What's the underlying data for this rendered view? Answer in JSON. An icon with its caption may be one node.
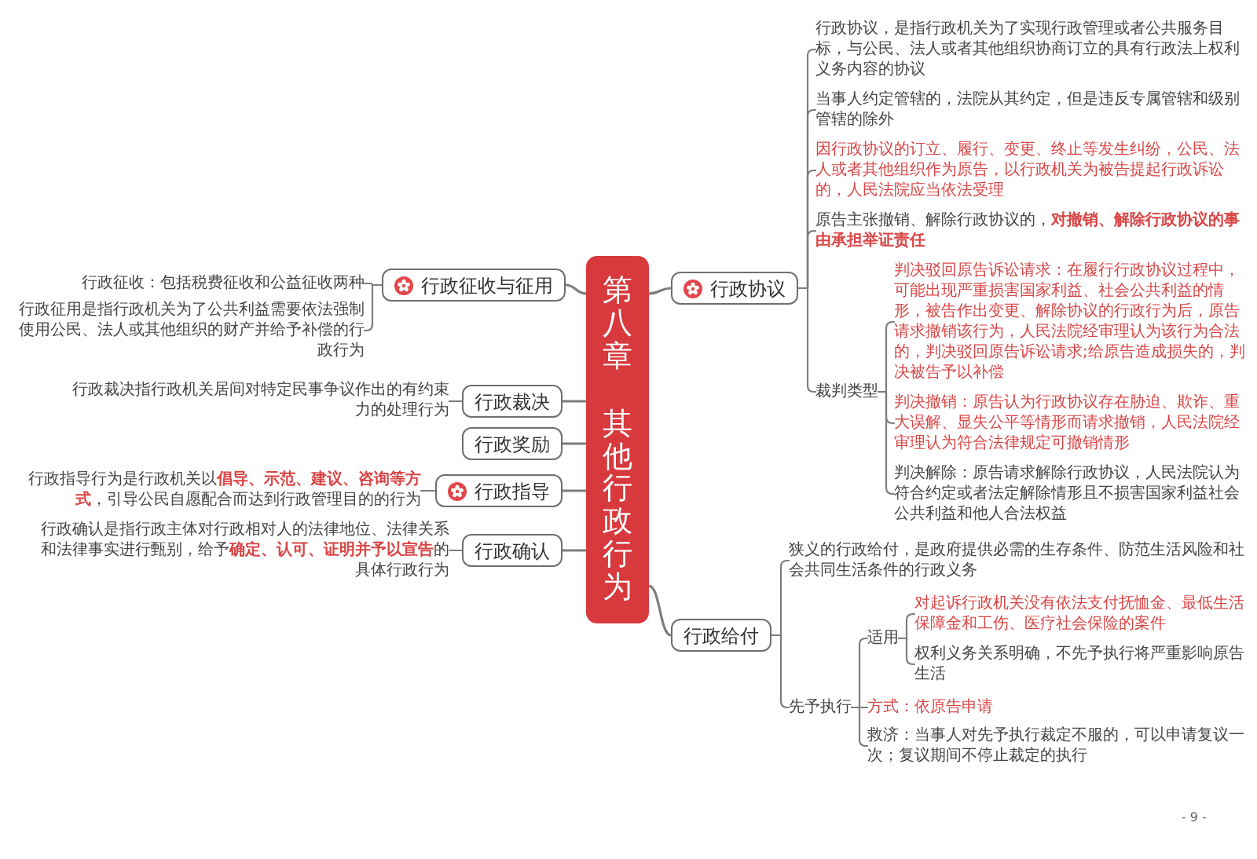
{
  "diagram": {
    "nodes": [
      {
        "text": [
          "第八章",
          "其他行政行为"
        ]
      },
      {
        "text": [
          "行政征收与征用"
        ]
      },
      {
        "text": [
          "行政裁决"
        ]
      },
      {
        "text": [
          "行政奖励"
        ]
      },
      {
        "text": [
          "行政指导"
        ]
      },
      {
        "text": [
          "行政确认"
        ]
      },
      {
        "text": [
          "行政协议"
        ]
      },
      {
        "text": [
          "行政给付"
        ]
      },
      {
        "text": [
          "行政征收：包括税费征收和公益征收两种"
        ]
      },
      {
        "text": [
          "行政征用是指行政机关为了公共利益需要依法强制使用公民、法人或其他组织的财产并给予补偿的行政行为"
        ]
      },
      {
        "text": [
          "行政裁决指行政机关居间对特定民事争议作出的有约束力的处理行为"
        ]
      },
      {
        "text": [
          "行政指导行为是行政机关以**倡导、示范、建议、咨询等方式**，引导公民自愿配合而达到行政管理目的的行为"
        ]
      },
      {
        "text": [
          "行政确认是指行政主体对行政相对人的法律地位、法律关系和法律事实进行甄别，给予**确定、认可、证明并予以宣告**的具体行政行为"
        ]
      },
      {
        "text": [
          "行政协议，是指行政机关为了实现行政管理或者公共服务目标，与公民、法人或者其他组织协商订立的具有行政法上权利义务内容的协议"
        ]
      },
      {
        "text": [
          "当事人约定管辖的，法院从其约定，但是违反专属管辖和级别管辖的除外"
        ]
      },
      {
        "text": [
          "因行政协议的订立、履行、变更、终止等发生纠纷，公民、法人或者其他组织作为原告，以行政机关为被告提起行政诉讼的，人民法院应当依法受理"
        ]
      },
      {
        "text": [
          "原告主张撤销、解除行政协议的，**对撤销、解除行政协议的事由承担举证责任**"
        ]
      },
      {
        "text": [
          "裁判类型"
        ]
      },
      {
        "text": [
          "判决驳回原告诉讼请求：在履行行政协议过程中，可能出现严重损害国家利益、社会公共利益的情形，被告作出变更、解除协议的行政行为后，原告请求撤销该行为，人民法院经审理认为该行为合法的，判决驳回原告诉讼请求;给原告造成损失的，判决被告予以补偿"
        ]
      },
      {
        "text": [
          "判决撤销：原告认为行政协议存在胁迫、欺诈、重大误解、显失公平等情形而请求撤销，人民法院经审理认为符合法律规定可撤销情形"
        ]
      },
      {
        "text": [
          "判决解除：原告请求解除行政协议，人民法院认为符合约定或者法定解除情形且不损害国家利益社会公共利益和他人合法权益"
        ]
      },
      {
        "text": [
          "狭义的行政给付，是政府提供必需的生存条件、防范生活风险和社会共同生活条件的行政义务"
        ]
      },
      {
        "text": [
          "先予执行"
        ]
      },
      {
        "text": [
          "适用"
        ]
      },
      {
        "text": [
          "方式：依原告申请"
        ]
      },
      {
        "text": [
          "救济：当事人对先予执行裁定不服的，可以申请复议一次；复议期间不停止裁定的执行"
        ]
      },
      {
        "text": [
          "对起诉行政机关没有依法支付抚恤金、最低生活保障金和工伤、医疗社会保险的案件"
        ]
      },
      {
        "text": [
          "权利义务关系明确，不先予执行将严重影响原告生活"
        ]
      }
    ],
    "edges": [
      {
        "from": 0,
        "to": 1,
        "arrow": "none"
      },
      {
        "from": 0,
        "to": 2,
        "arrow": "none"
      },
      {
        "from": 0,
        "to": 3,
        "arrow": "none"
      },
      {
        "from": 0,
        "to": 4,
        "arrow": "none"
      },
      {
        "from": 0,
        "to": 5,
        "arrow": "none"
      },
      {
        "from": 0,
        "to": 6,
        "arrow": "none"
      },
      {
        "from": 0,
        "to": 7,
        "arrow": "none"
      },
      {
        "from": 1,
        "to": 8,
        "arrow": "none"
      },
      {
        "from": 1,
        "to": 9,
        "arrow": "none"
      },
      {
        "from": 2,
        "to": 10,
        "arrow": "none"
      },
      {
        "from": 4,
        "to": 11,
        "arrow": "none"
      },
      {
        "from": 5,
        "to": 12,
        "arrow": "none"
      },
      {
        "from": 6,
        "to": 13,
        "arrow": "none"
      },
      {
        "from": 6,
        "to": 14,
        "arrow": "none"
      },
      {
        "from": 6,
        "to": 15,
        "arrow": "none"
      },
      {
        "from": 6,
        "to": 16,
        "arrow": "none"
      },
      {
        "from": 6,
        "to": 17,
        "arrow": "none"
      },
      {
        "from": 17,
        "to": 18,
        "arrow": "none"
      },
      {
        "from": 17,
        "to": 19,
        "arrow": "none"
      },
      {
        "from": 17,
        "to": 20,
        "arrow": "none"
      },
      {
        "from": 7,
        "to": 21,
        "arrow": "none"
      },
      {
        "from": 7,
        "to": 22,
        "arrow": "none"
      },
      {
        "from": 22,
        "to": 23,
        "arrow": "none"
      },
      {
        "from": 22,
        "to": 24,
        "arrow": "none"
      },
      {
        "from": 22,
        "to": 25,
        "arrow": "none"
      },
      {
        "from": 23,
        "to": 26,
        "arrow": "none"
      },
      {
        "from": 23,
        "to": 27,
        "arrow": "none"
      }
    ],
    "labels": [
      "- 9 -"
    ]
  }
}
